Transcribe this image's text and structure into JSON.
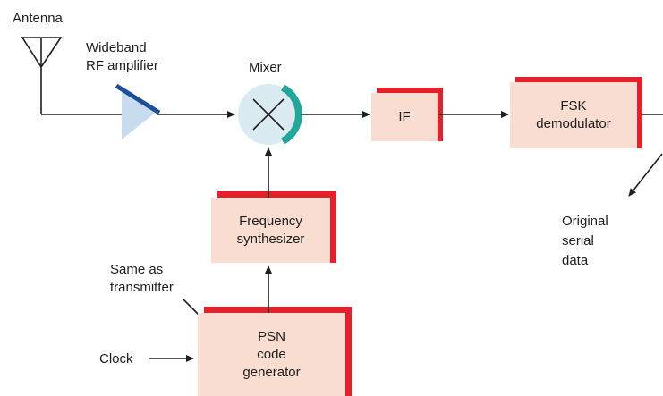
{
  "labels": {
    "antenna": "Antenna",
    "amplifier": "Wideband\nRF amplifier",
    "mixer": "Mixer",
    "same_as_tx": "Same as\ntransmitter",
    "clock": "Clock",
    "output": "Original\nserial\ndata"
  },
  "blocks": {
    "if": "IF",
    "fsk": "FSK\ndemodulator",
    "synth": "Frequency\nsynthesizer",
    "psn": "PSN\ncode\ngenerator"
  },
  "colors": {
    "block_fill": "#f9ddd0",
    "block_shadow": "#e4202b",
    "amplifier_fill": "#c7dcef",
    "amplifier_edge": "#1d4e9b",
    "mixer_fill": "#d9eaf0",
    "mixer_arc": "#21a89a",
    "line": "#1e1e1e"
  }
}
